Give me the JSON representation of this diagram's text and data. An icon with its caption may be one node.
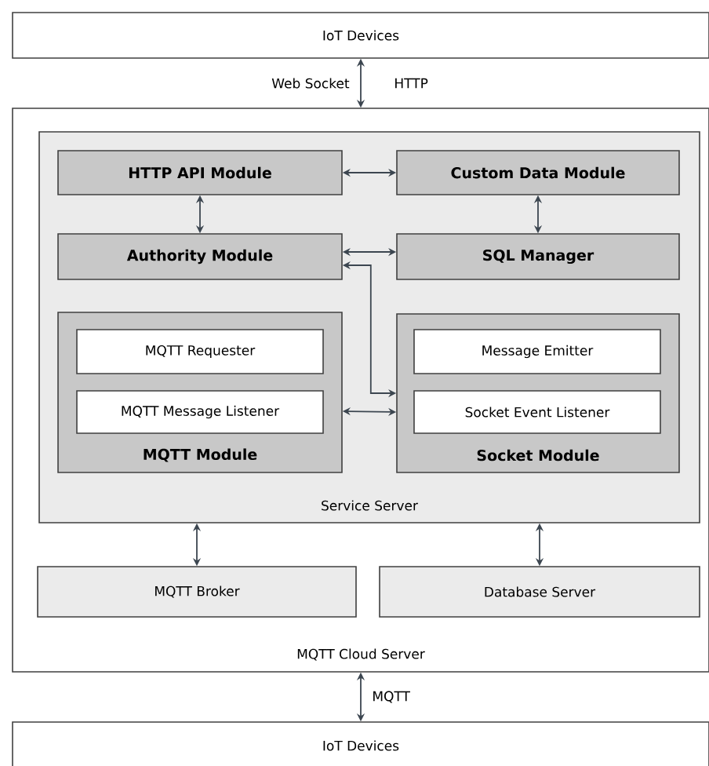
{
  "diagram": {
    "nodes": [
      {
        "text": [
          "IoT Devices"
        ]
      },
      {
        "text": [
          "MQTT Cloud Server"
        ]
      },
      {
        "text": [
          "Service Server"
        ],
        "in": 1
      },
      {
        "text": [
          "HTTP API Module"
        ],
        "in": 2
      },
      {
        "text": [
          "Custom Data Module"
        ],
        "in": 2
      },
      {
        "text": [
          "Authority Module"
        ],
        "in": 2
      },
      {
        "text": [
          "SQL Manager"
        ],
        "in": 2
      },
      {
        "text": [
          "MQTT Module"
        ],
        "in": 2
      },
      {
        "text": [
          "MQTT Requester"
        ],
        "in": 7
      },
      {
        "text": [
          "MQTT Message Listener"
        ],
        "in": 7
      },
      {
        "text": [
          "Socket Module"
        ],
        "in": 2
      },
      {
        "text": [
          "Message Emitter"
        ],
        "in": 10
      },
      {
        "text": [
          "Socket Event Listener"
        ],
        "in": 10
      },
      {
        "text": [
          "MQTT Broker"
        ],
        "in": 1
      },
      {
        "text": [
          "Database Server"
        ],
        "in": 1
      },
      {
        "text": [
          "IoT Devices"
        ]
      }
    ],
    "edges": [
      {
        "from": 0,
        "to": 1,
        "arrow": "both",
        "label": "Web Socket"
      },
      {
        "from": 3,
        "to": 4,
        "arrow": "both"
      },
      {
        "from": 3,
        "to": 5,
        "arrow": "both"
      },
      {
        "from": 4,
        "to": 6,
        "arrow": "both"
      },
      {
        "from": 5,
        "to": 6,
        "arrow": "both"
      },
      {
        "from": 5,
        "to": 10,
        "arrow": "both"
      },
      {
        "from": 7,
        "to": 10,
        "arrow": "both"
      },
      {
        "from": 2,
        "to": 13,
        "arrow": "both"
      },
      {
        "from": 2,
        "to": 14,
        "arrow": "both"
      },
      {
        "from": 1,
        "to": 15,
        "arrow": "both",
        "label": "MQTT"
      }
    ],
    "labels": [
      "HTTP"
    ]
  }
}
